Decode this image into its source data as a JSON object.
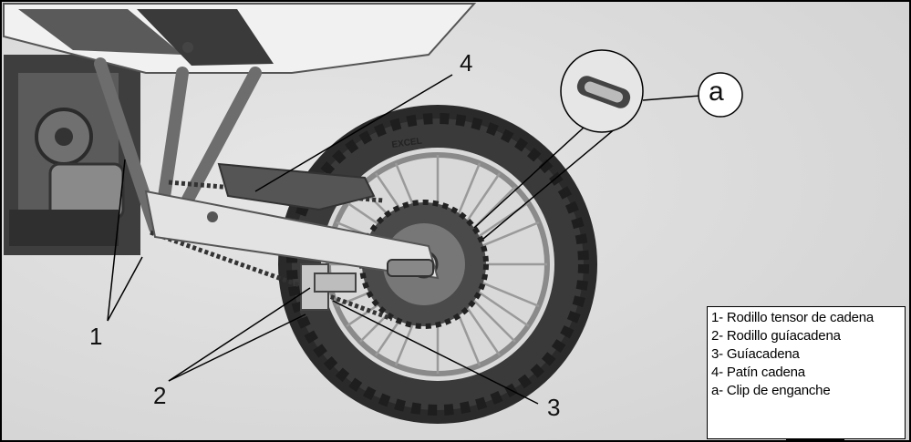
{
  "callouts": {
    "c1": "1",
    "c2": "2",
    "c3": "3",
    "c4": "4",
    "ca": "a"
  },
  "legend": {
    "items": [
      "1- Rodillo tensor de cadena",
      "2- Rodillo guíacadena",
      "3- Guíacadena",
      "4- Patín cadena",
      "a- Clip de enganche"
    ]
  },
  "tire_brand": "EXCEL",
  "logo_name": "crown-logo-icon"
}
